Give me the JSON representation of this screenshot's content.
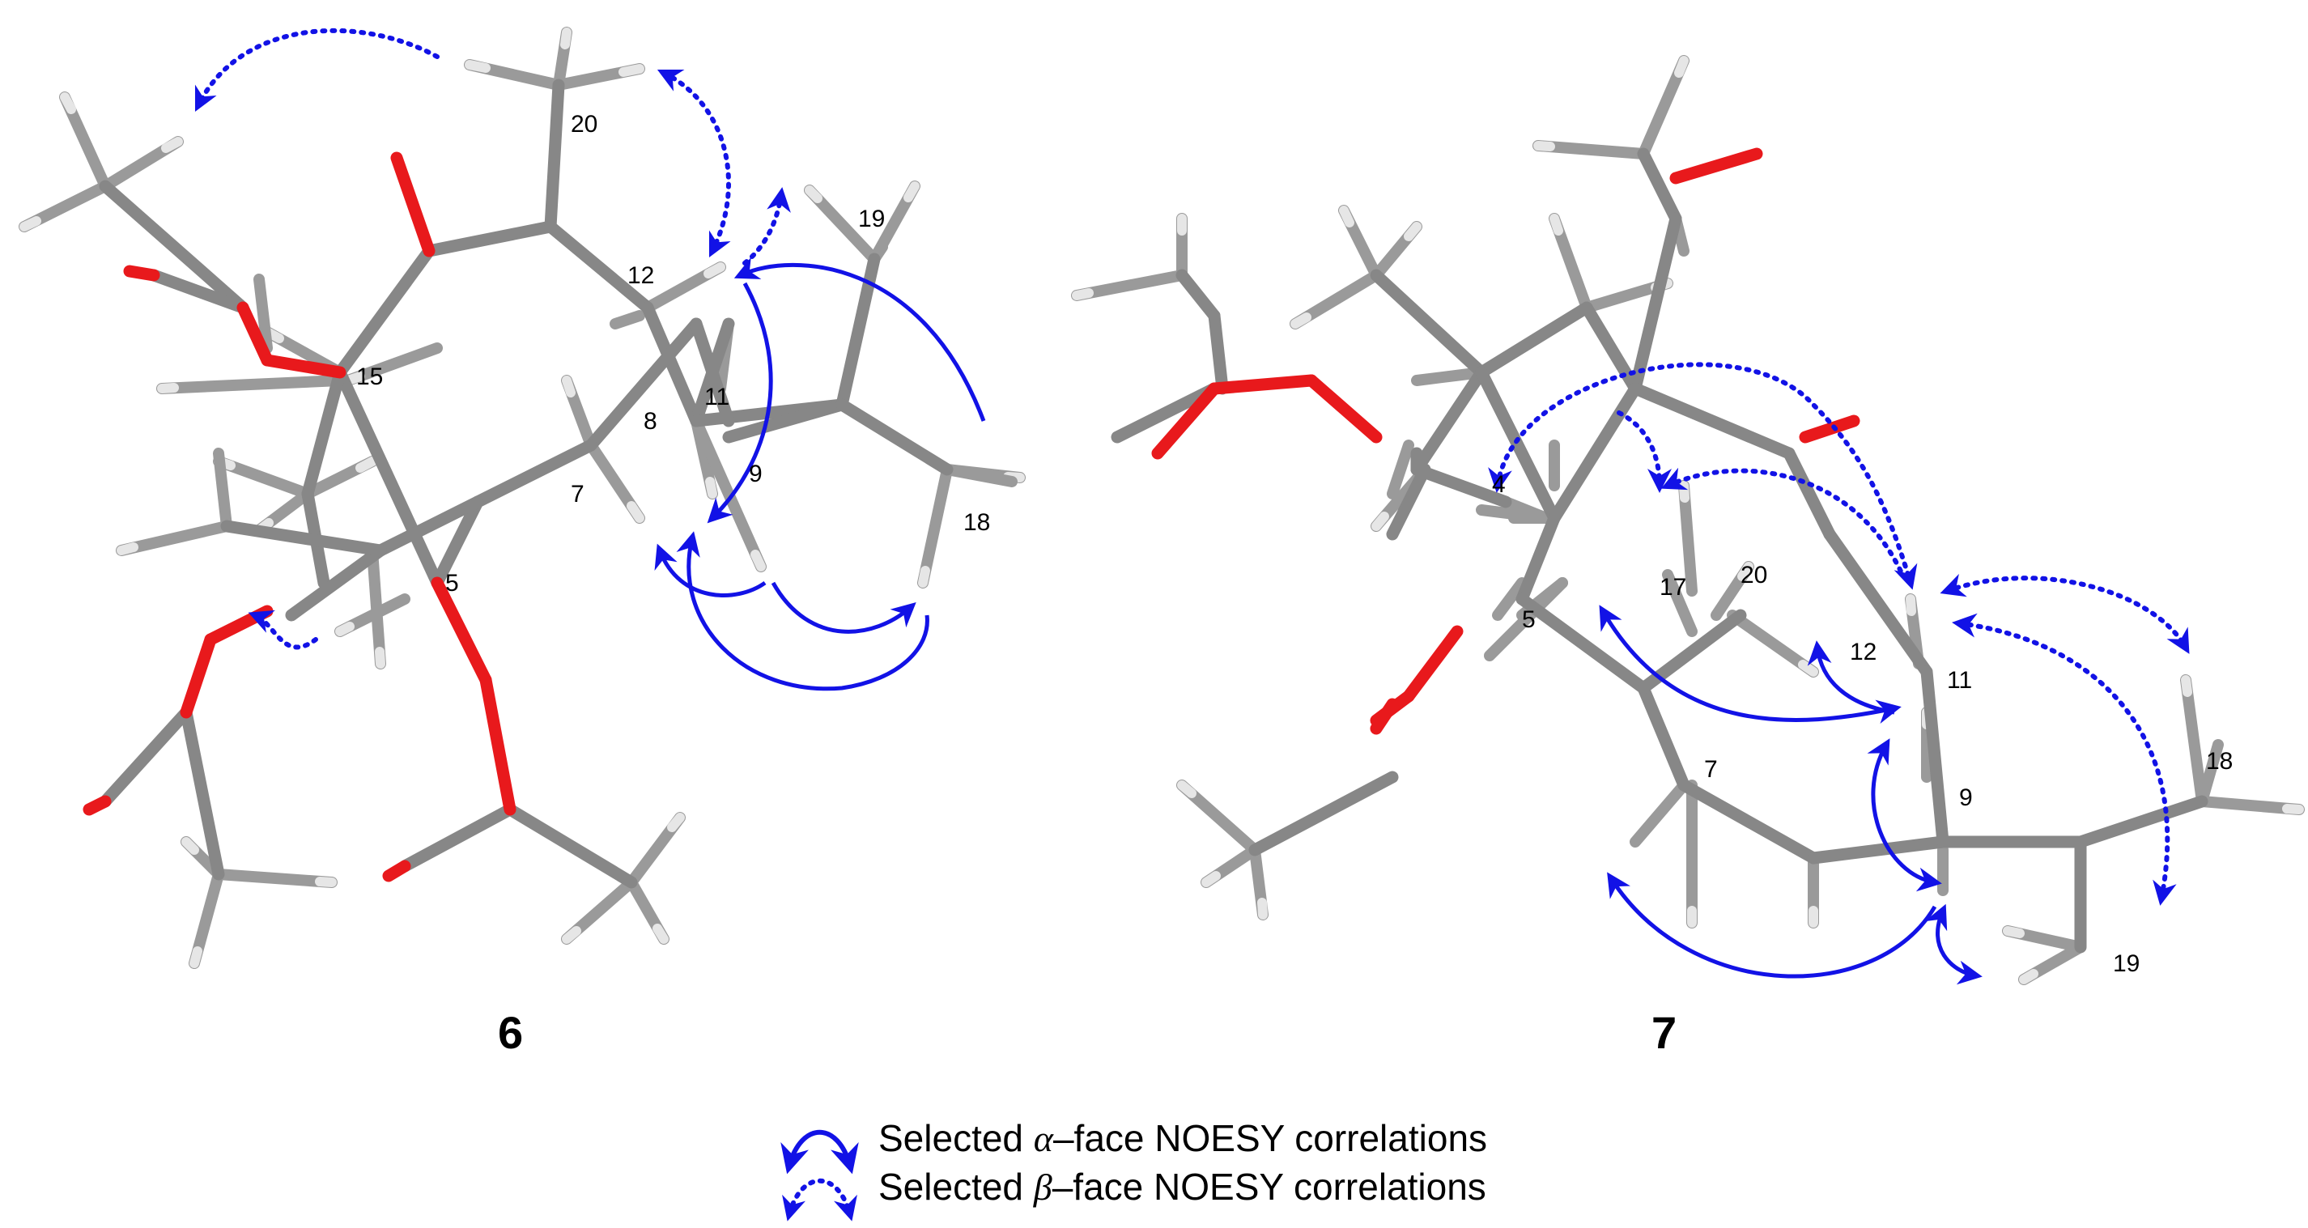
{
  "molecules": [
    {
      "id": "6",
      "compound_label": "6",
      "atom_labels": [
        "20",
        "12",
        "19",
        "15",
        "11",
        "8",
        "9",
        "7",
        "18",
        "5"
      ]
    },
    {
      "id": "7",
      "compound_label": "7",
      "atom_labels": [
        "4",
        "20",
        "17",
        "5",
        "12",
        "11",
        "7",
        "9",
        "18",
        "19"
      ]
    }
  ],
  "legend": {
    "alpha": {
      "prefix": "Selected ",
      "greek": "α",
      "suffix": "–face NOESY correlations"
    },
    "beta": {
      "prefix": "Selected ",
      "greek": "β",
      "suffix": "–face NOESY correlations"
    }
  },
  "colors": {
    "carbon": "#878787",
    "hydrogen": "#e6e6e6",
    "oxygen": "#e8191c",
    "noesy_arrow": "#1212e6"
  },
  "icons": {
    "alpha_symbol": "solid-double-headed-curved-arrow-icon",
    "beta_symbol": "dotted-double-headed-curved-arrow-icon"
  }
}
